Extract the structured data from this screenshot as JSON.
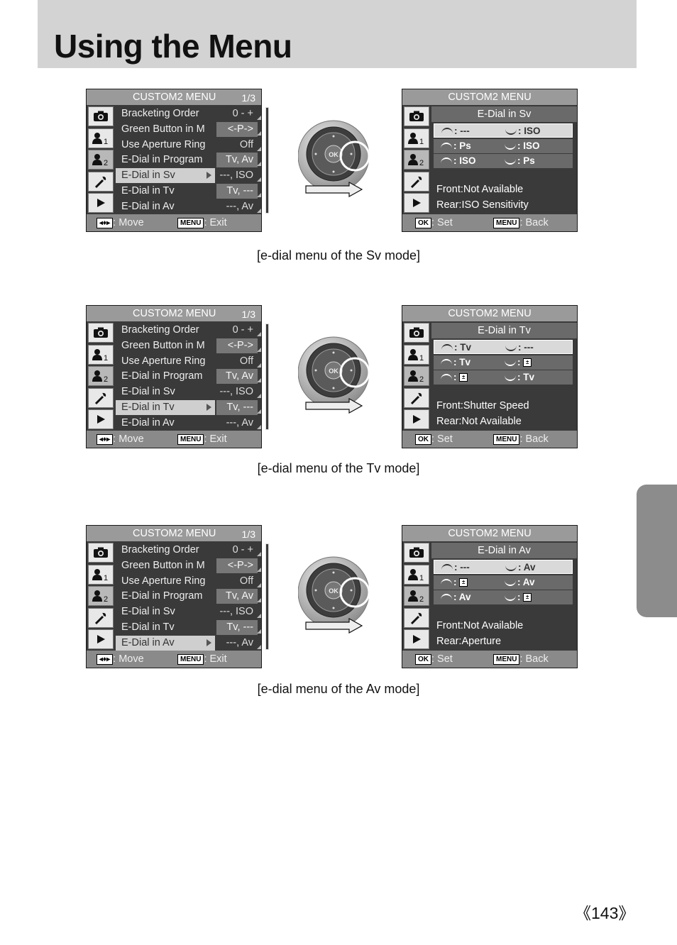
{
  "page": {
    "title": "Using the Menu",
    "page_number": "《143》"
  },
  "common": {
    "menu_title": "CUSTOM2 MENU",
    "page_indicator": "1/3",
    "move_label": ": Move",
    "exit_label": ": Exit",
    "set_label": ": Set",
    "back_label": ": Back",
    "menu_key": "MENU",
    "ok_key": "OK",
    "dial_ok": "OK",
    "menu_items": [
      {
        "label": "Bracketing Order",
        "value": "0 - +"
      },
      {
        "label": "Green Button in M",
        "value": "<-P->"
      },
      {
        "label": "Use Aperture Ring",
        "value": "Off"
      },
      {
        "label": "E-Dial in Program",
        "value": "Tv, Av"
      },
      {
        "label": "E-Dial in Sv",
        "value": "---, ISO"
      },
      {
        "label": "E-Dial in Tv",
        "value": "Tv, ---"
      },
      {
        "label": "E-Dial in Av",
        "value": "---, Av"
      }
    ],
    "side_icons": [
      "camera-icon",
      "user-1-icon",
      "user-2-icon",
      "wrench-icon",
      "play-icon"
    ]
  },
  "sections": [
    {
      "selected_index": 4,
      "sub_title": "E-Dial in Sv",
      "dial_rows": [
        {
          "front": ": ---",
          "rear": ": ISO"
        },
        {
          "front": ": Ps",
          "rear": ": ISO"
        },
        {
          "front": ": ISO",
          "rear": ": Ps"
        }
      ],
      "info_front": "Front:Not Available",
      "info_rear": "Rear:ISO Sensitivity",
      "caption": "[e-dial menu of the Sv mode]"
    },
    {
      "selected_index": 5,
      "sub_title": "E-Dial in Tv",
      "dial_rows": [
        {
          "front": ": Tv",
          "rear": ": ---"
        },
        {
          "front": ": Tv",
          "rear": ": ",
          "rear_ev": true
        },
        {
          "front": ": ",
          "front_ev": true,
          "rear": ": Tv"
        }
      ],
      "info_front": "Front:Shutter Speed",
      "info_rear": "Rear:Not Available",
      "caption": "[e-dial menu of the Tv mode]"
    },
    {
      "selected_index": 6,
      "sub_title": "E-Dial in Av",
      "dial_rows": [
        {
          "front": ": ---",
          "rear": ": Av"
        },
        {
          "front": ": ",
          "front_ev": true,
          "rear": ": Av"
        },
        {
          "front": ": Av",
          "rear": ": ",
          "rear_ev": true
        }
      ],
      "info_front": "Front:Not Available",
      "info_rear": "Rear:Aperture",
      "caption": "[e-dial menu of the Av mode]"
    }
  ]
}
